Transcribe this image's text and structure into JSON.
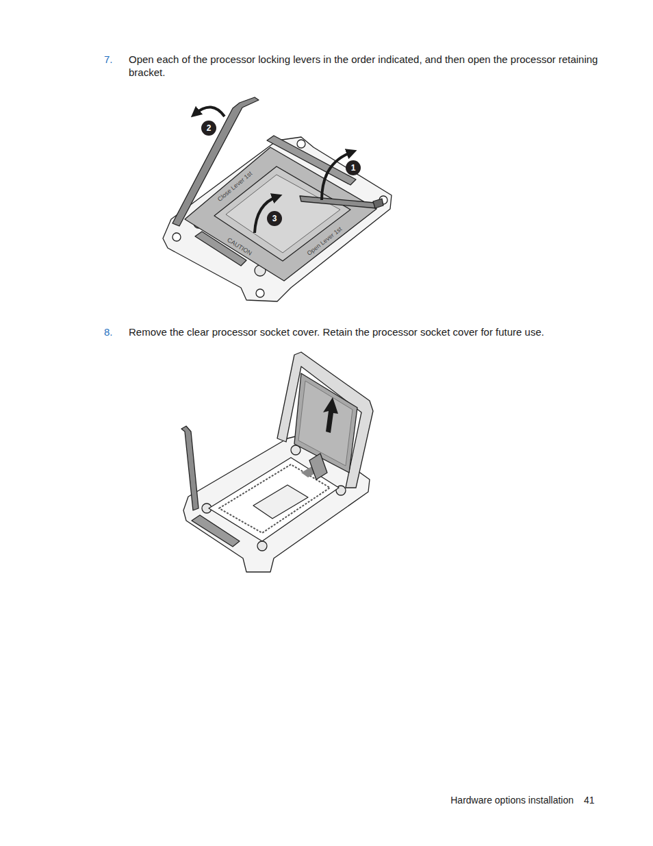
{
  "diagram": {
    "nodes": [
      {
        "text": [
          "2"
        ]
      },
      {
        "text": [
          "1"
        ]
      },
      {
        "text": [
          "3"
        ]
      }
    ],
    "labels": [
      "7.",
      "Open each of the processor locking levers in the order indicated, and then open the processor retaining bracket.",
      "Close Lever 1st",
      "CAUTION",
      "Open Lever 1st",
      "8.",
      "Remove the clear processor socket cover. Retain the processor socket cover for future use.",
      "Hardware options installation",
      "41"
    ]
  }
}
